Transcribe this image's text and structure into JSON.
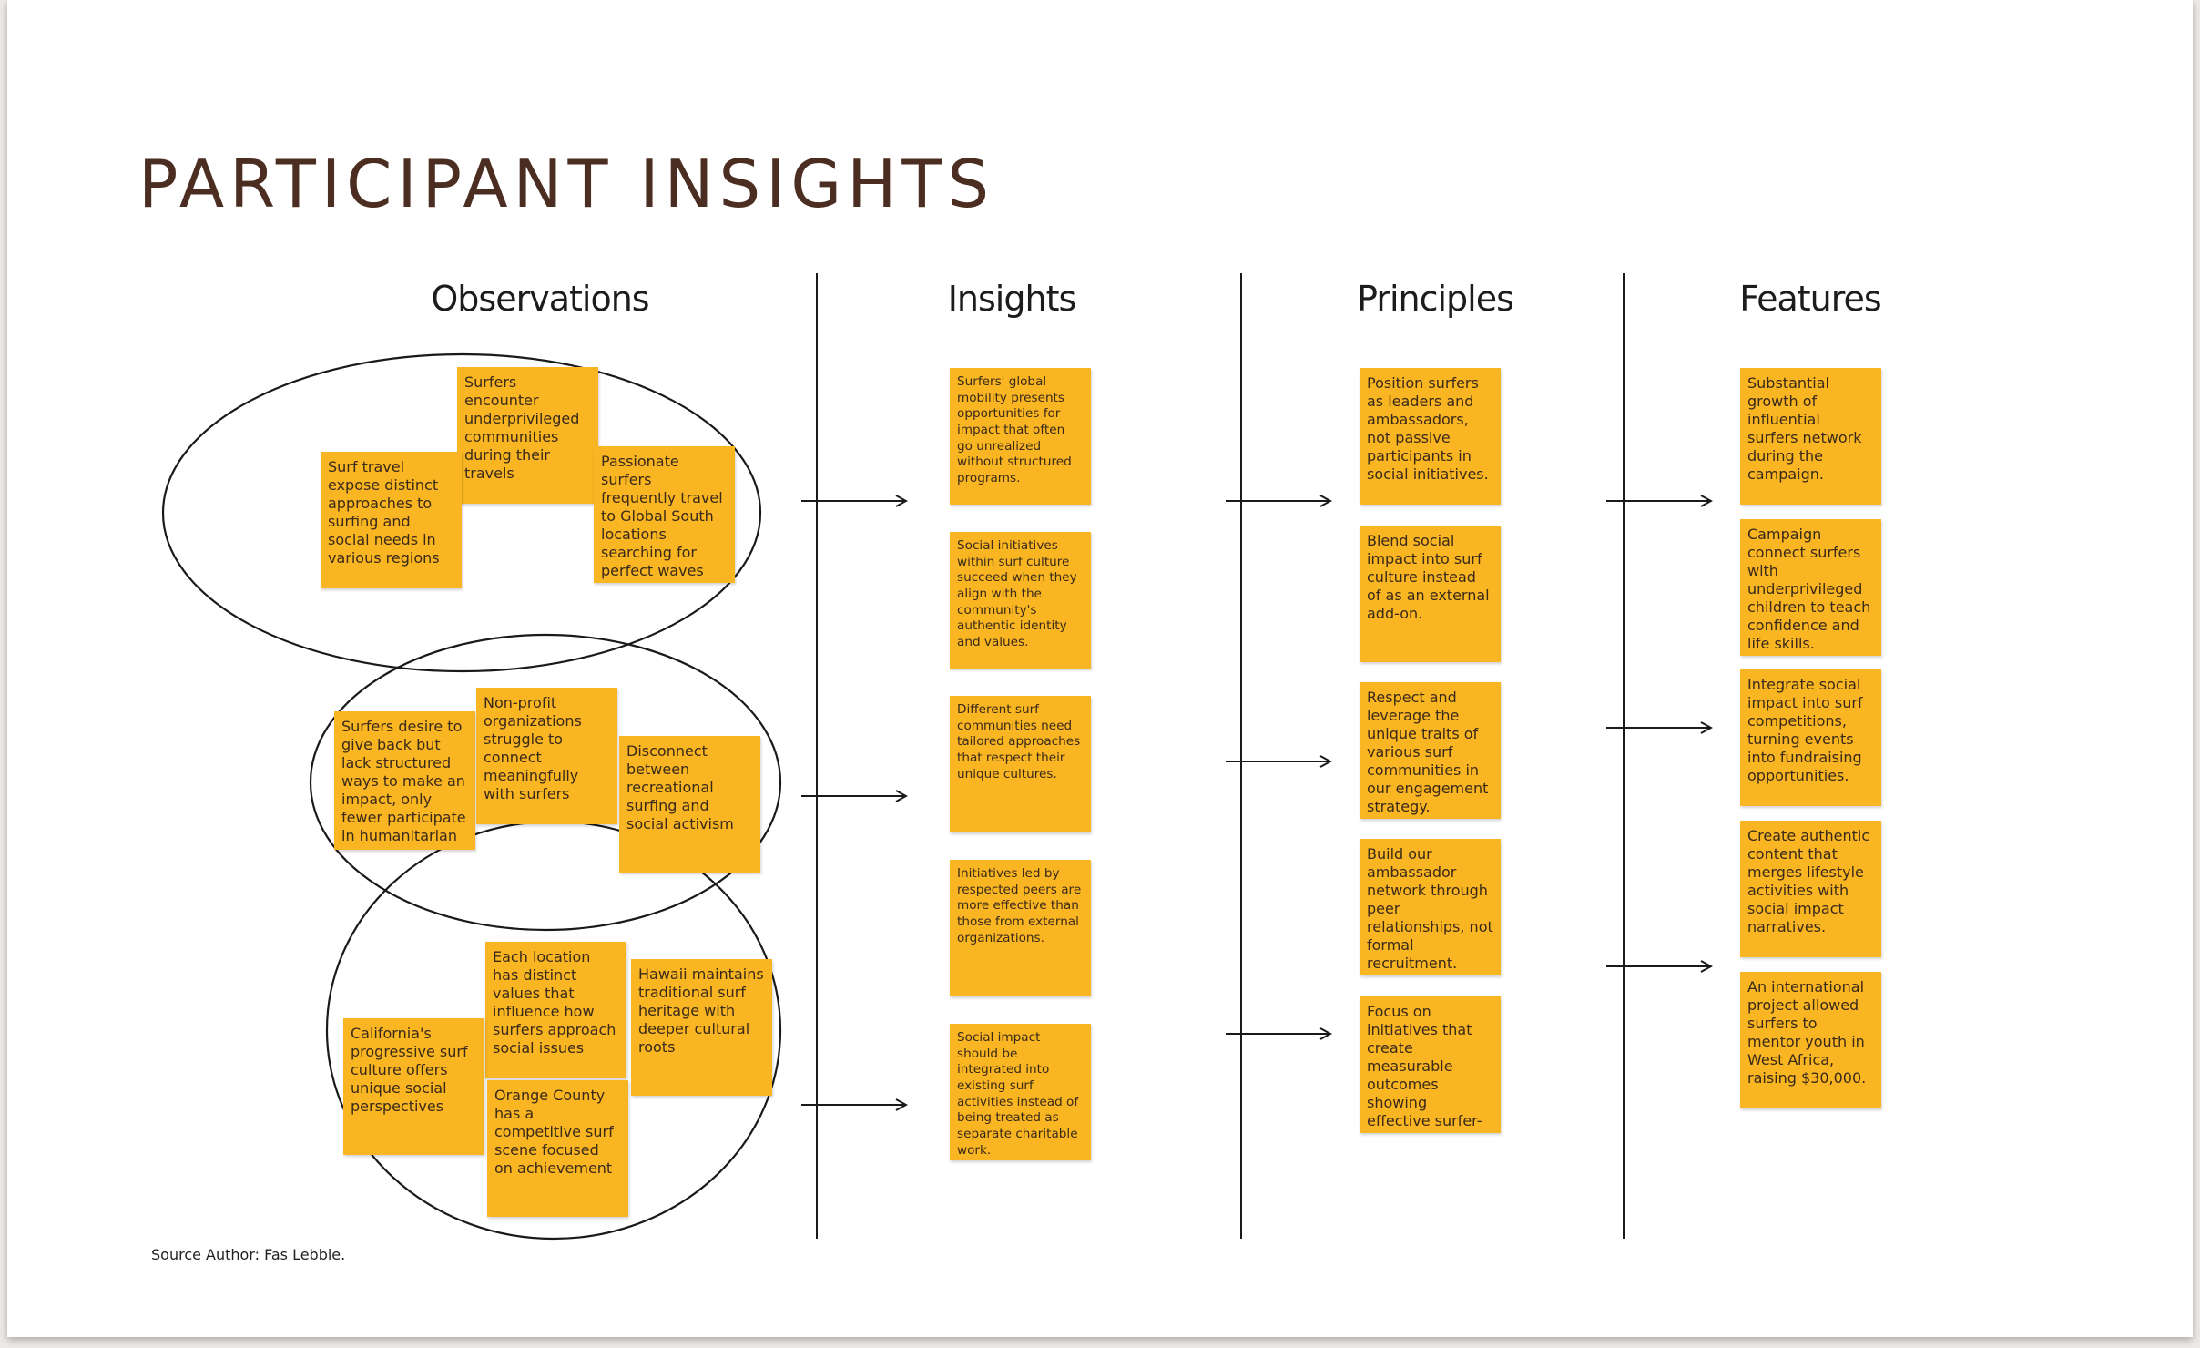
{
  "title": "PARTICIPANT INSIGHTS",
  "columns": {
    "observations": "Observations",
    "insights": "Insights",
    "principles": "Principles",
    "features": "Features"
  },
  "observations": {
    "group1": [
      "Surfers encounter underprivileged communities during their travels",
      "Surf travel expose distinct approaches to surfing and social needs in various regions",
      "Passionate surfers frequently travel to Global South locations searching for perfect waves"
    ],
    "group2": [
      "Surfers desire to give back but lack structured ways to make an impact, only fewer participate in humanitarian",
      "Non-profit organizations struggle to connect meaningfully with surfers",
      "Disconnect between recreational surfing and social activism"
    ],
    "group3": [
      "Each location has distinct values that influence how surfers approach social issues",
      "Hawaii maintains traditional surf heritage with deeper cultural roots",
      "California's progressive surf culture offers unique social perspectives",
      "Orange County has a competitive surf scene focused on achievement"
    ]
  },
  "insights": [
    "Surfers' global mobility presents opportunities for impact that often go unrealized without structured programs.",
    "Social initiatives within surf culture succeed when they align with the community's authentic identity and values.",
    "Different surf communities need tailored approaches that respect their unique cultures.",
    "Initiatives led by respected peers are more effective than those from external organizations.",
    "Social impact should be integrated into existing surf activities instead of being treated as separate charitable work."
  ],
  "principles": [
    "Position surfers as leaders and ambassadors, not passive participants in social initiatives.",
    "Blend social impact into surf culture instead of as an external add-on.",
    "Respect and leverage the unique traits of various surf communities in our engagement strategy.",
    "Build our ambassador network through peer relationships, not formal recruitment.",
    "Focus on initiatives that create measurable outcomes showing effective surfer-led action."
  ],
  "features": [
    "Substantial growth of influential surfers network during the campaign.",
    "Campaign connect surfers with underprivileged children to teach confidence and life skills.",
    "Integrate social impact into surf competitions, turning events into fundraising opportunities.",
    "Create authentic content that merges lifestyle activities with social impact narratives.",
    "An international project allowed surfers to mentor youth in West Africa, raising $30,000."
  ],
  "source": "Source Author: Fas Lebbie.",
  "colors": {
    "note": "#f9b522",
    "title": "#4b2e21",
    "line": "#1a1a1a",
    "background": "#ffffff"
  }
}
